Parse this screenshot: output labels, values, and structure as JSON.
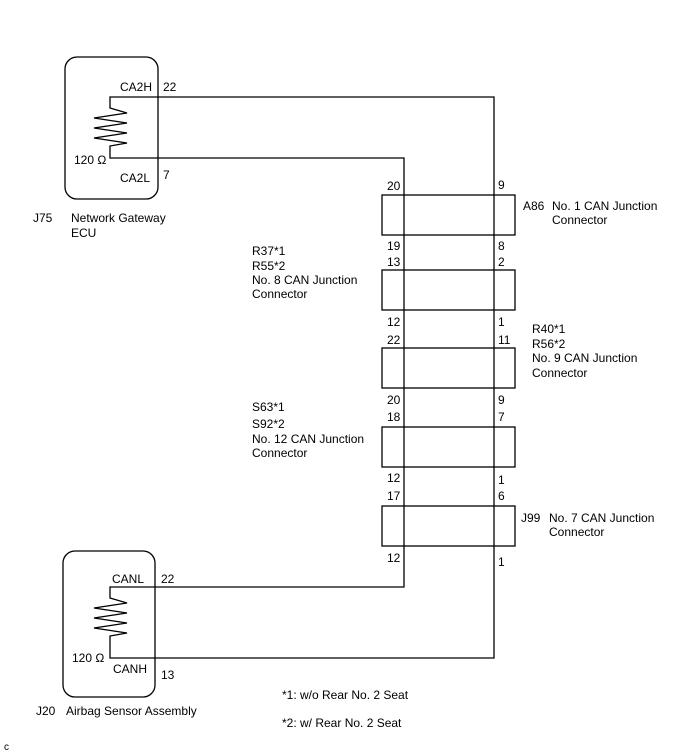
{
  "gateway": {
    "code": "J75",
    "name_line1": "Network Gateway",
    "name_line2": "ECU",
    "pin_high_label": "CA2H",
    "pin_high_no": "22",
    "pin_low_label": "CA2L",
    "pin_low_no": "7",
    "resistor": "120 Ω"
  },
  "airbag": {
    "code": "J20",
    "name": "Airbag Sensor Assembly",
    "pin_low_label": "CANL",
    "pin_low_no": "22",
    "pin_high_label": "CANH",
    "pin_high_no": "13",
    "resistor": "120 Ω"
  },
  "connectors": [
    {
      "label_lines": [
        "A86",
        "No. 1 CAN Junction",
        "Connector"
      ],
      "left_top": "20",
      "right_top": "9",
      "left_bottom": "19",
      "right_bottom": "8"
    },
    {
      "label_lines": [
        "R37*1",
        "R55*2",
        "No. 8 CAN Junction",
        "Connector"
      ],
      "left_top": "13",
      "right_top": "2",
      "left_bottom": "12",
      "right_bottom": "1"
    },
    {
      "label_lines": [
        "R40*1",
        "R56*2",
        "No. 9 CAN Junction",
        "Connector"
      ],
      "left_top": "22",
      "right_top": "11",
      "left_bottom": "20",
      "right_bottom": "9"
    },
    {
      "label_lines": [
        "S63*1",
        "S92*2",
        "No. 12 CAN Junction",
        "Connector"
      ],
      "left_top": "18",
      "right_top": "7",
      "left_bottom": "12",
      "right_bottom": "1"
    },
    {
      "label_lines": [
        "J99",
        "No. 7 CAN Junction",
        "Connector"
      ],
      "left_top": "17",
      "right_top": "6",
      "left_bottom": "12",
      "right_bottom": "1"
    }
  ],
  "notes": {
    "note1": "*1: w/o Rear No. 2 Seat",
    "note2": "*2: w/ Rear No. 2 Seat"
  },
  "corner_mark": "c"
}
